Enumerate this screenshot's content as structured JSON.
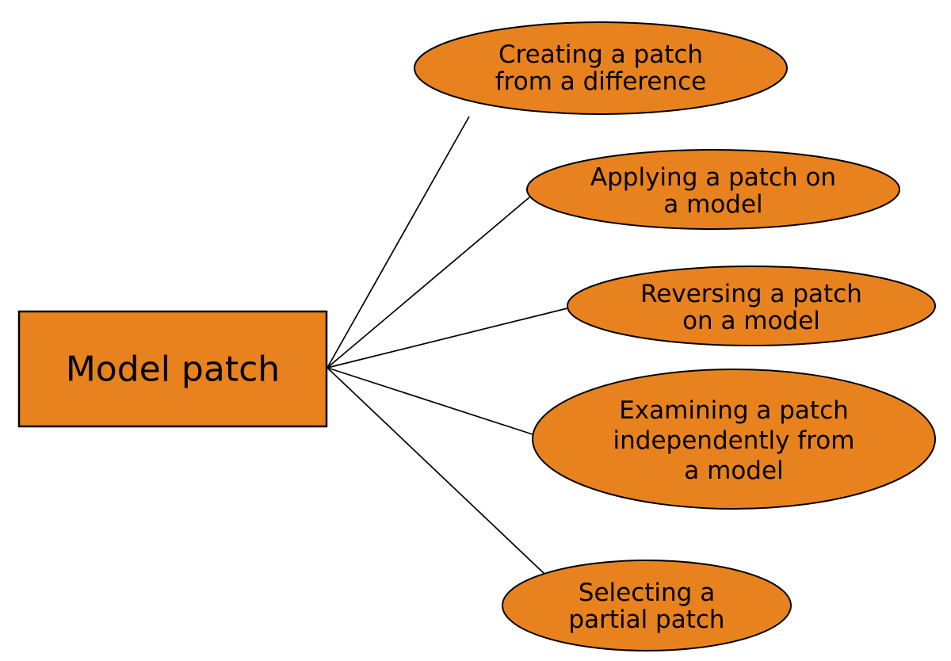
{
  "diagram": {
    "background_color": "#FFFFFF",
    "node_fill_color": "#E8821E",
    "node_border_color": "#000000",
    "edge_color": "#000000",
    "text_color": "#000000",
    "root": {
      "id": "model-patch",
      "label": "Model patch",
      "shape": "rectangle"
    },
    "children": [
      {
        "id": "creating-a-patch",
        "label": "Creating a patch from a difference",
        "shape": "ellipse",
        "lines": [
          "Creating a patch",
          "from a difference"
        ]
      },
      {
        "id": "applying-a-patch",
        "label": "Applying a patch on a model",
        "shape": "ellipse",
        "lines": [
          "Applying a patch on",
          "a model"
        ]
      },
      {
        "id": "reversing-a-patch",
        "label": "Reversing a patch on a model",
        "shape": "ellipse",
        "lines": [
          "Reversing a patch",
          "on a model"
        ]
      },
      {
        "id": "examining-a-patch",
        "label": "Examining a patch independently from a model",
        "shape": "ellipse",
        "lines": [
          "Examining a patch",
          "independently from",
          "a model"
        ]
      },
      {
        "id": "selecting-a-partial-patch",
        "label": "Selecting a partial patch",
        "shape": "ellipse",
        "lines": [
          "Selecting a",
          "partial patch"
        ]
      }
    ],
    "edges": [
      {
        "from": "model-patch",
        "to": "creating-a-patch"
      },
      {
        "from": "model-patch",
        "to": "applying-a-patch"
      },
      {
        "from": "model-patch",
        "to": "reversing-a-patch"
      },
      {
        "from": "model-patch",
        "to": "examining-a-patch"
      },
      {
        "from": "model-patch",
        "to": "selecting-a-partial-patch"
      }
    ]
  }
}
